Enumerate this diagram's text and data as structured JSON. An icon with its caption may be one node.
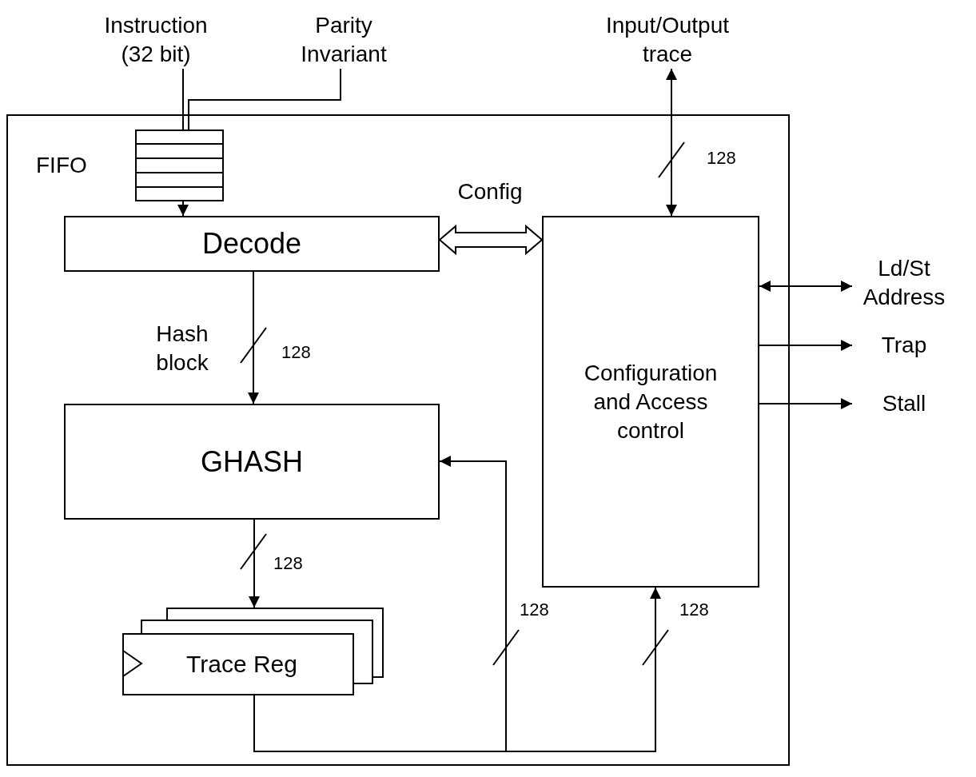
{
  "diagram": {
    "nodes": [
      {
        "text": [],
        "shape": "box"
      },
      {
        "text": [
          "FIFO"
        ],
        "in": 0
      },
      {
        "text": [
          "Decode"
        ],
        "in": 0
      },
      {
        "text": [
          "GHASH"
        ],
        "in": 0
      },
      {
        "text": [
          "Trace Reg"
        ],
        "in": 0
      },
      {
        "text": [
          "Configuration and Access control"
        ],
        "in": 0
      },
      {
        "text": [
          "Instruction (32 bit)"
        ]
      },
      {
        "text": [
          "Parity Invariant"
        ]
      },
      {
        "text": [
          "Input/Output trace"
        ]
      },
      {
        "text": [
          "Ld/St Address"
        ]
      },
      {
        "text": [
          "Trap"
        ]
      },
      {
        "text": [
          "Stall"
        ]
      }
    ],
    "edges": [
      {
        "from": 6,
        "to": 1,
        "arrow": "none"
      },
      {
        "from": 7,
        "to": 1,
        "arrow": "none"
      },
      {
        "from": 1,
        "to": 2,
        "arrow": "to"
      },
      {
        "from": 2,
        "to": 5,
        "arrow": "both",
        "label": "Config",
        "style": "thick"
      },
      {
        "from": 2,
        "to": 3,
        "arrow": "to",
        "label": "Hash block"
      },
      {
        "from": 3,
        "to": 4,
        "arrow": "to"
      },
      {
        "from": 4,
        "to": 3,
        "arrow": "to"
      },
      {
        "from": 4,
        "to": 5,
        "arrow": "to"
      },
      {
        "from": 8,
        "to": 5,
        "arrow": "both"
      },
      {
        "from": 5,
        "to": 9,
        "arrow": "both"
      },
      {
        "from": 5,
        "to": 10,
        "arrow": "to"
      },
      {
        "from": 5,
        "to": 11,
        "arrow": "to"
      }
    ],
    "labels": [
      "128",
      "128",
      "128",
      "128",
      "128"
    ]
  }
}
